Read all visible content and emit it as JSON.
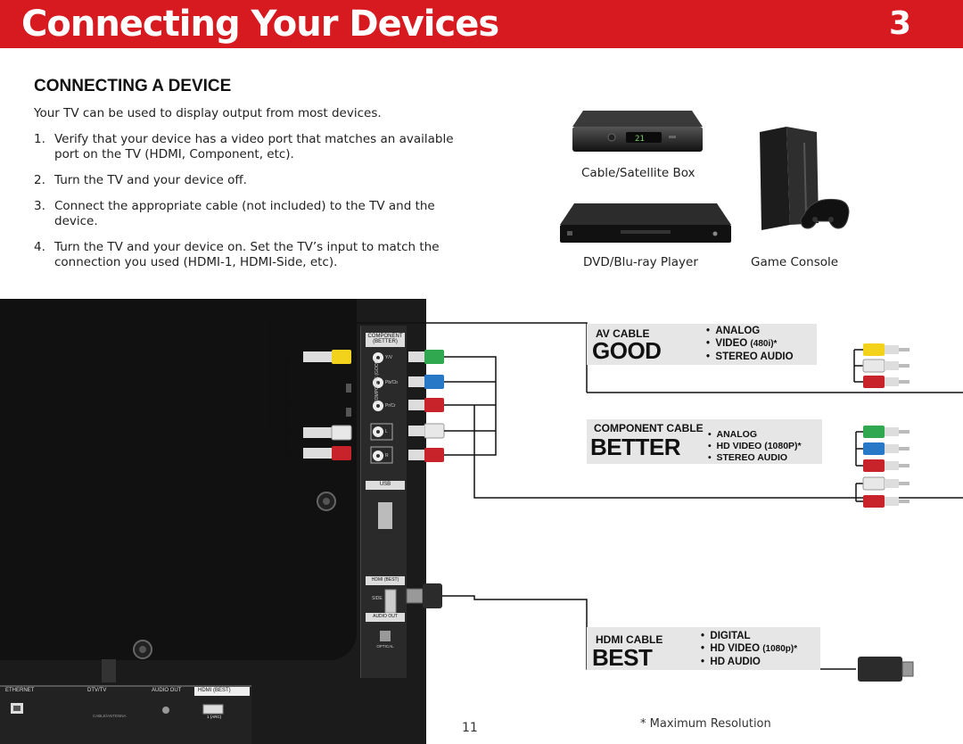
{
  "header": {
    "title": "Connecting Your Devices",
    "chapter": "3"
  },
  "section": {
    "title": "CONNECTING A DEVICE",
    "intro": "Your TV can be used to display output from most devices.",
    "steps": [
      {
        "num": "1.",
        "text": "Verify that your device has a video port that matches an available port on the TV (HDMI, Component, etc)."
      },
      {
        "num": "2.",
        "text": "Turn the TV and your device off."
      },
      {
        "num": "3.",
        "text": "Connect the appropriate cable (not included) to the TV and the device."
      },
      {
        "num": "4.",
        "text": "Turn the TV and your device on. Set the TV’s input to match the connection you used (HDMI-1, HDMI-Side, etc)."
      }
    ]
  },
  "devices": {
    "cable_box": "Cable/Satellite Box",
    "cable_box_display": "21",
    "dvd": "DVD/Blu-ray Player",
    "console": "Game Console"
  },
  "tv_panel": {
    "component_label": "COMPONENT\n(BETTER)",
    "y_v": "Y/V",
    "pb_cb": "Pb/Cb",
    "pr_cr": "Pr/Cr",
    "l": "L",
    "r": "R",
    "composite": "COMPOSITE (GOOD)",
    "usb": "USB",
    "hdmi_best": "HDMI (BEST)",
    "side": "SIDE",
    "audio_out": "AUDIO OUT",
    "optical": "OPTICAL"
  },
  "bottom_bar": {
    "ethernet": "ETHERNET",
    "dtv": "DTV/TV",
    "audio_out": "AUDIO OUT",
    "hdmi_best": "HDMI (BEST)",
    "cable_antenna": "CABLE/ANTENNA",
    "arc": "1 (ARC)"
  },
  "cables": {
    "av": {
      "title": "AV CABLE",
      "grade": "GOOD",
      "features": [
        "ANALOG",
        "VIDEO",
        "STEREO AUDIO"
      ],
      "video_res": "(480i)*"
    },
    "component": {
      "title": "COMPONENT CABLE",
      "grade": "BETTER",
      "features": [
        "ANALOG",
        "HD VIDEO",
        "STEREO AUDIO"
      ],
      "video_res": "(1080P)*"
    },
    "hdmi": {
      "title": "HDMI CABLE",
      "grade": "BEST",
      "features": [
        "DIGITAL",
        "HD VIDEO",
        "HD AUDIO"
      ],
      "video_res": "(1080p)*"
    }
  },
  "footer": {
    "page": "11",
    "footnote": "* Maximum Resolution"
  },
  "colors": {
    "header_red": "#d71920",
    "yellow": "#f2d21b",
    "white": "#e8e8e8",
    "red": "#c8232a",
    "green": "#2fa84f",
    "blue": "#2878c8"
  }
}
